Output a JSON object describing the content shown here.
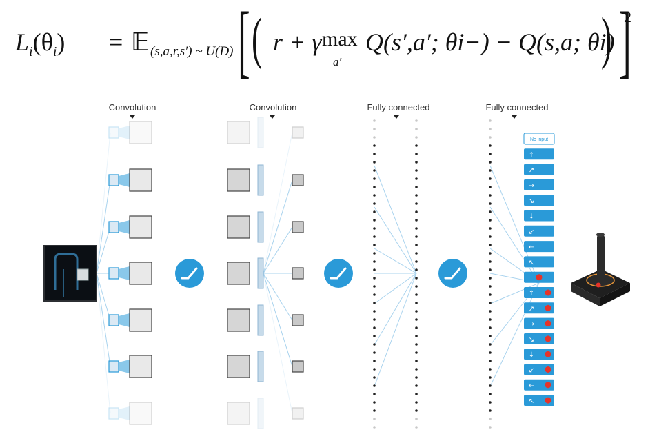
{
  "formula": {
    "lhs": "Li(θi)",
    "lhs_L": "L",
    "lhs_i": "i",
    "lhs_arg": "(θ",
    "lhs_argi": "i",
    "lhs_close": ")",
    "equals": "=",
    "expectation": "𝔼",
    "expectation_subscript": "(s,a,r,s′) ~ U(D)",
    "body_start": "r + γ",
    "max": "max",
    "max_subscript": "a′",
    "body_end": "Q(s′,a′; θi−) − Q(s,a; θi)",
    "exponent": "2"
  },
  "layers": [
    {
      "label": "Convolution"
    },
    {
      "label": "Convolution"
    },
    {
      "label": "Fully connected"
    },
    {
      "label": "Fully connected"
    }
  ],
  "outputs": {
    "first": "No input",
    "actions": [
      "↑",
      "↗",
      "→",
      "↘",
      "↓",
      "↙",
      "←",
      "↖",
      "●",
      "↑ ●",
      "↗ ●",
      "→ ●",
      "↘ ●",
      "↓ ●",
      "↙ ●",
      "← ●",
      "↖ ●"
    ]
  },
  "icons": {
    "relu": "relu-activation-icon",
    "joystick": "joystick-icon",
    "game_screen": "game-screen-icon"
  },
  "colors": {
    "accent": "#2a9ad8",
    "line": "#a9d3ee",
    "fire": "#e63329"
  }
}
